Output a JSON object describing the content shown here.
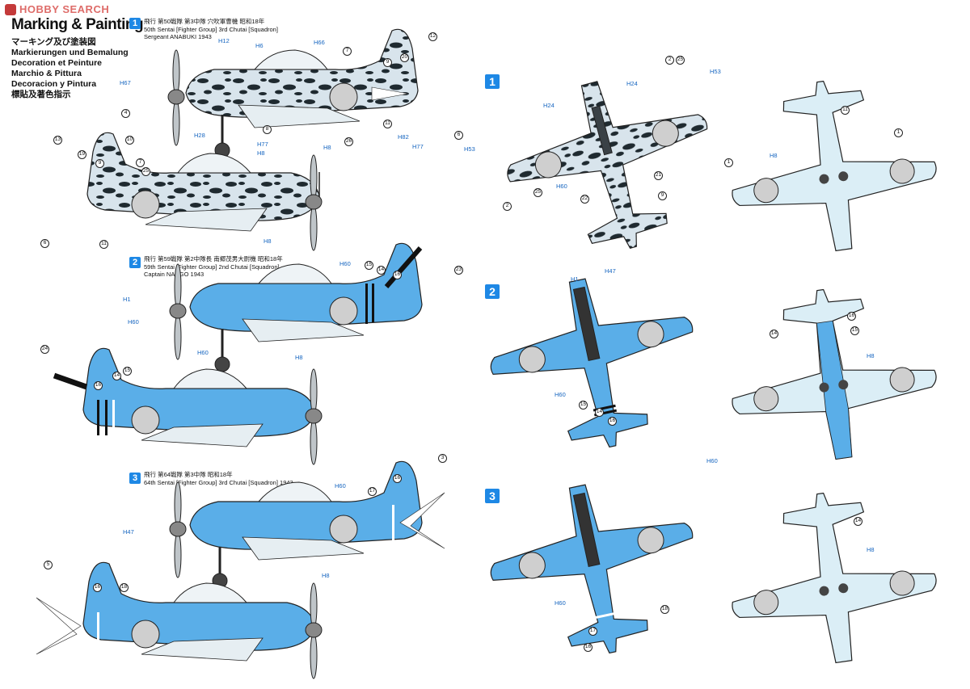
{
  "watermark": {
    "text": "HOBBY SEARCH"
  },
  "header": {
    "title": "Marking & Painting",
    "languages": [
      "マーキング及び塗装図",
      "Markierungen und Bemalung",
      "Decoration et Peinture",
      "Marchio & Pittura",
      "Decoracion y Pintura",
      "標貼及著色指示"
    ]
  },
  "schemes": [
    {
      "number": "1",
      "lines": [
        "飛行 第50戦隊 第3中隊 穴吹軍曹機 昭和18年",
        "50th Sentai [Fighter Group] 3rd Chutai [Squadron]",
        "Sergeant ANABUKI 1943"
      ]
    },
    {
      "number": "2",
      "lines": [
        "飛行 第59戦隊 第2中隊長 南郷茂男大尉機 昭和18年",
        "59th Sentai [Fighter Group] 2nd Chutai [Squadron]",
        "Captain NANGO 1943"
      ]
    },
    {
      "number": "3",
      "lines": [
        "飛行 第64戦隊 第3中隊 昭和18年",
        "64th Sentai [Fighter Group] 3rd Chutai [Squadron] 1943"
      ]
    }
  ],
  "paint_labels": {
    "s1": [
      "H12",
      "H6",
      "H67",
      "H28",
      "H77",
      "H8",
      "H8",
      "H82",
      "H77",
      "H8",
      "H66",
      "H24",
      "H53",
      "H53",
      "H60",
      "H8",
      "H24"
    ],
    "s2": [
      "H60",
      "H1",
      "H60",
      "H8",
      "H47",
      "H1",
      "H60",
      "H60",
      "H8",
      "H60"
    ],
    "s3": [
      "H60",
      "H47",
      "H8",
      "H60",
      "H8"
    ]
  },
  "callouts": {
    "s1": [
      "12",
      "20",
      "9",
      "7",
      "4",
      "10",
      "8",
      "11",
      "6",
      "26",
      "13",
      "19",
      "9",
      "7",
      "25",
      "6",
      "11",
      "2",
      "25",
      "25",
      "2",
      "22",
      "21",
      "9",
      "11",
      "1",
      "1"
    ],
    "s2": [
      "15",
      "14",
      "16",
      "23",
      "24",
      "16",
      "14",
      "15",
      "15",
      "14",
      "16",
      "16",
      "14",
      "15"
    ],
    "s3": [
      "3",
      "17",
      "16",
      "5",
      "16",
      "18",
      "18",
      "17",
      "16",
      "14"
    ]
  },
  "colors": {
    "accent_blue": "#5aaee8",
    "badge_blue": "#1e88e5",
    "camo_base": "#d8e4ec",
    "camo_spot": "#1f2a30",
    "underside": "#dbeef6",
    "hinomaru": "#cfcfcf",
    "label_blue": "#1565c0"
  }
}
